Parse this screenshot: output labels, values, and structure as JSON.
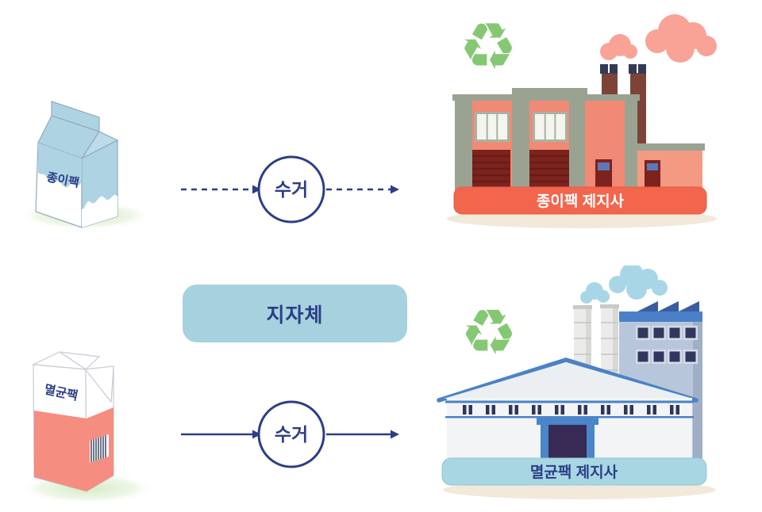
{
  "diagram": {
    "description": "Carton recycling collection flow diagram",
    "government_label": "지자체",
    "flows": {
      "top": {
        "source_label": "종이팩",
        "collection_label": "수거",
        "destination_label": "종이팩 제지사",
        "arrow_style": "dashed"
      },
      "bottom": {
        "source_label": "멸균팩",
        "collection_label": "수거",
        "destination_label": "멸균팩 제지사",
        "arrow_style": "solid"
      }
    },
    "icons": {
      "recycling": "♻"
    },
    "colors": {
      "navy": "#2c3e86",
      "carton_blue": "#aed4e4",
      "carton_salmon": "#f58d80",
      "recycle_green": "#85c873",
      "paper_mill_salmon": "#f18a74",
      "paper_mill_banner": "#f2664e",
      "aseptic_mill_blue": "#4a80c8",
      "aseptic_mill_banner": "#a8d6e3",
      "government_box": "#a6d2df"
    }
  }
}
